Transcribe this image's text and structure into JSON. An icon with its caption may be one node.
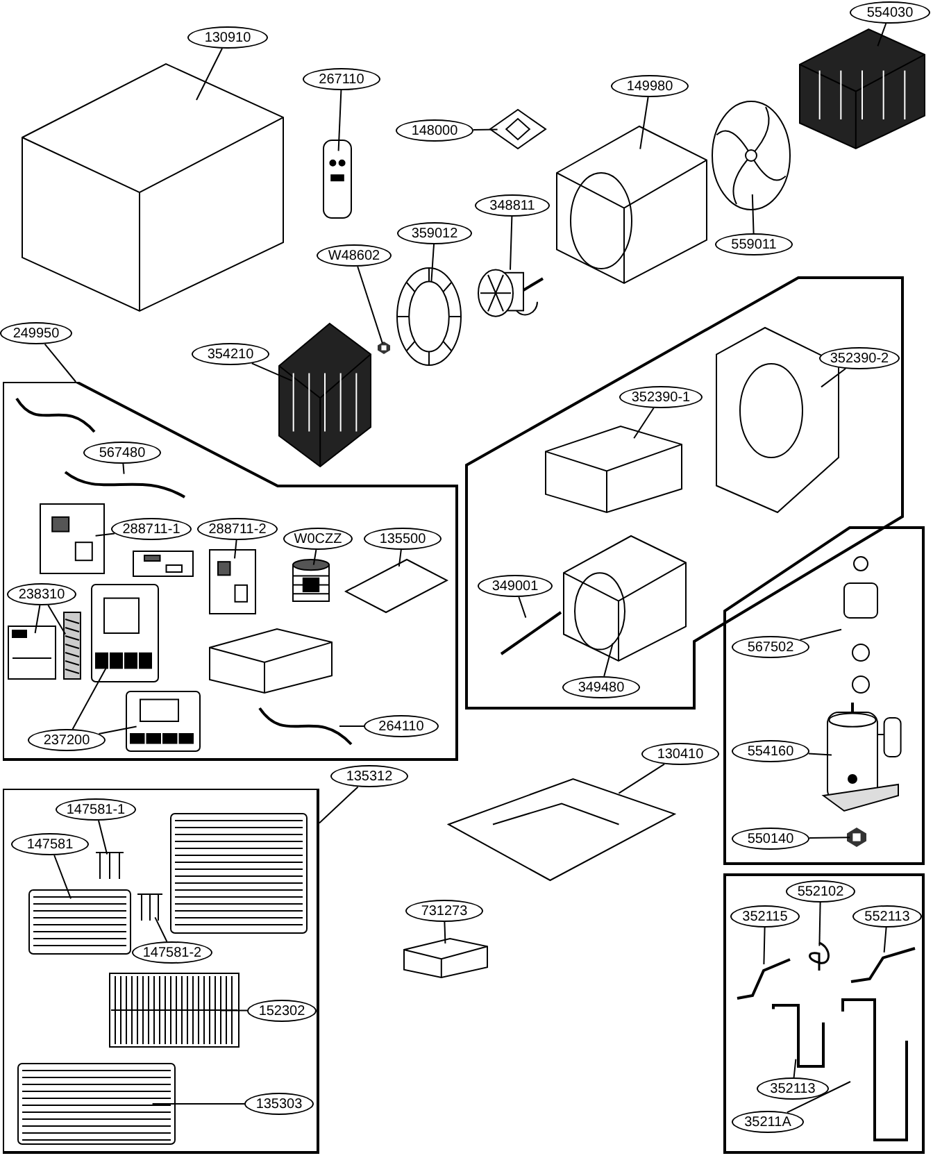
{
  "diagram": {
    "nodes": [
      {
        "text": [
          "130910"
        ]
      },
      {
        "text": [],
        "shape": "picture"
      },
      {
        "text": [
          "267110"
        ]
      },
      {
        "text": [],
        "shape": "picture"
      },
      {
        "text": [
          "148000"
        ]
      },
      {
        "text": [],
        "shape": "picture"
      },
      {
        "text": [
          "149980"
        ]
      },
      {
        "text": [],
        "shape": "picture"
      },
      {
        "text": [
          "554030"
        ]
      },
      {
        "text": [],
        "shape": "picture"
      },
      {
        "text": [
          "559011"
        ]
      },
      {
        "text": [],
        "shape": "picture"
      },
      {
        "text": [
          "348811"
        ]
      },
      {
        "text": [],
        "shape": "picture"
      },
      {
        "text": [
          "359012"
        ]
      },
      {
        "text": [],
        "shape": "picture"
      },
      {
        "text": [
          "W48602"
        ]
      },
      {
        "text": [],
        "shape": "picture"
      },
      {
        "text": [
          "354210"
        ]
      },
      {
        "text": [],
        "shape": "picture"
      },
      {
        "text": [
          "249950"
        ]
      },
      {
        "text": [],
        "shape": "box"
      },
      {
        "text": [
          "567480"
        ],
        "in": 21
      },
      {
        "text": [],
        "shape": "picture",
        "in": 21
      },
      {
        "text": [
          "288711-1"
        ],
        "in": 21
      },
      {
        "text": [],
        "shape": "picture",
        "in": 21
      },
      {
        "text": [
          "288711-2"
        ],
        "in": 21
      },
      {
        "text": [],
        "shape": "picture",
        "in": 21
      },
      {
        "text": [
          "W0CZZ"
        ],
        "in": 21
      },
      {
        "text": [],
        "shape": "picture",
        "in": 21
      },
      {
        "text": [
          "135500"
        ],
        "in": 21
      },
      {
        "text": [],
        "shape": "picture",
        "in": 21
      },
      {
        "text": [
          "238310"
        ],
        "in": 21
      },
      {
        "text": [],
        "shape": "picture",
        "in": 21
      },
      {
        "text": [],
        "shape": "picture",
        "in": 21
      },
      {
        "text": [],
        "shape": "picture",
        "in": 21
      },
      {
        "text": [],
        "shape": "picture",
        "in": 21
      },
      {
        "text": [
          "237200"
        ],
        "in": 21
      },
      {
        "text": [
          "264110"
        ],
        "in": 21
      },
      {
        "text": [],
        "shape": "picture",
        "in": 21
      },
      {
        "text": [
          "352390-1"
        ]
      },
      {
        "text": [],
        "shape": "picture"
      },
      {
        "text": [
          "352390-2"
        ]
      },
      {
        "text": [],
        "shape": "picture"
      },
      {
        "text": [
          "349001"
        ]
      },
      {
        "text": [],
        "shape": "picture"
      },
      {
        "text": [
          "349480"
        ]
      },
      {
        "text": [],
        "shape": "picture"
      },
      {
        "text": [
          "567502"
        ]
      },
      {
        "text": [],
        "shape": "picture"
      },
      {
        "text": [
          "554160"
        ]
      },
      {
        "text": [],
        "shape": "picture"
      },
      {
        "text": [
          "550140"
        ]
      },
      {
        "text": [],
        "shape": "picture"
      },
      {
        "text": [
          "130410"
        ]
      },
      {
        "text": [],
        "shape": "picture"
      },
      {
        "text": [
          "135312"
        ]
      },
      {
        "text": [],
        "shape": "box"
      },
      {
        "text": [
          "147581-1"
        ],
        "in": 57
      },
      {
        "text": [],
        "shape": "picture",
        "in": 57
      },
      {
        "text": [
          "147581"
        ],
        "in": 57
      },
      {
        "text": [],
        "shape": "picture",
        "in": 57
      },
      {
        "text": [
          "147581-2"
        ],
        "in": 57
      },
      {
        "text": [],
        "shape": "picture",
        "in": 57
      },
      {
        "text": [],
        "shape": "picture",
        "in": 57
      },
      {
        "text": [
          "152302"
        ],
        "in": 57
      },
      {
        "text": [],
        "shape": "picture",
        "in": 57
      },
      {
        "text": [
          "135303"
        ],
        "in": 57
      },
      {
        "text": [
          "731273"
        ]
      },
      {
        "text": [],
        "shape": "picture"
      },
      {
        "text": [
          "352115"
        ]
      },
      {
        "text": [],
        "shape": "picture"
      },
      {
        "text": [
          "552102"
        ]
      },
      {
        "text": [],
        "shape": "picture"
      },
      {
        "text": [
          "552113"
        ]
      },
      {
        "text": [],
        "shape": "picture"
      },
      {
        "text": [],
        "shape": "picture"
      },
      {
        "text": [
          "352113"
        ]
      },
      {
        "text": [],
        "shape": "picture"
      },
      {
        "text": [
          "35211A"
        ]
      }
    ],
    "edges": [
      {
        "from": 0,
        "to": 1,
        "arrow": "none"
      },
      {
        "from": 2,
        "to": 3,
        "arrow": "none"
      },
      {
        "from": 4,
        "to": 5,
        "arrow": "none"
      },
      {
        "from": 6,
        "to": 7,
        "arrow": "none"
      },
      {
        "from": 8,
        "to": 9,
        "arrow": "none"
      },
      {
        "from": 10,
        "to": 11,
        "arrow": "none"
      },
      {
        "from": 12,
        "to": 13,
        "arrow": "none"
      },
      {
        "from": 14,
        "to": 15,
        "arrow": "none"
      },
      {
        "from": 16,
        "to": 17,
        "arrow": "none"
      },
      {
        "from": 18,
        "to": 19,
        "arrow": "none"
      },
      {
        "from": 20,
        "to": 21,
        "arrow": "none"
      },
      {
        "from": 22,
        "to": 23,
        "arrow": "none"
      },
      {
        "from": 24,
        "to": 25,
        "arrow": "none"
      },
      {
        "from": 26,
        "to": 27,
        "arrow": "none"
      },
      {
        "from": 28,
        "to": 29,
        "arrow": "none"
      },
      {
        "from": 30,
        "to": 31,
        "arrow": "none"
      },
      {
        "from": 32,
        "to": 33,
        "arrow": "none"
      },
      {
        "from": 32,
        "to": 34,
        "arrow": "none"
      },
      {
        "from": 37,
        "to": 35,
        "arrow": "none"
      },
      {
        "from": 37,
        "to": 36,
        "arrow": "none"
      },
      {
        "from": 38,
        "to": 39,
        "arrow": "none"
      },
      {
        "from": 40,
        "to": 41,
        "arrow": "none"
      },
      {
        "from": 42,
        "to": 43,
        "arrow": "none"
      },
      {
        "from": 44,
        "to": 45,
        "arrow": "none"
      },
      {
        "from": 46,
        "to": 47,
        "arrow": "none"
      },
      {
        "from": 48,
        "to": 49,
        "arrow": "none"
      },
      {
        "from": 50,
        "to": 51,
        "arrow": "none"
      },
      {
        "from": 52,
        "to": 53,
        "arrow": "none"
      },
      {
        "from": 54,
        "to": 55,
        "arrow": "none"
      },
      {
        "from": 56,
        "to": 57,
        "arrow": "none"
      },
      {
        "from": 58,
        "to": 59,
        "arrow": "none"
      },
      {
        "from": 60,
        "to": 61,
        "arrow": "none"
      },
      {
        "from": 62,
        "to": 63,
        "arrow": "none"
      },
      {
        "from": 65,
        "to": 64,
        "arrow": "none"
      },
      {
        "from": 67,
        "to": 66,
        "arrow": "none"
      },
      {
        "from": 68,
        "to": 69,
        "arrow": "none"
      },
      {
        "from": 70,
        "to": 71,
        "arrow": "none"
      },
      {
        "from": 72,
        "to": 73,
        "arrow": "none"
      },
      {
        "from": 74,
        "to": 75,
        "arrow": "none"
      },
      {
        "from": 77,
        "to": 76,
        "arrow": "none"
      },
      {
        "from": 79,
        "to": 78,
        "arrow": "none"
      }
    ]
  }
}
